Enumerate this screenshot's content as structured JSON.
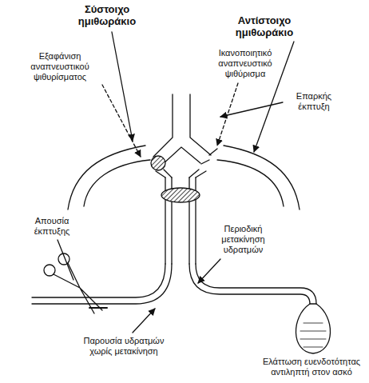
{
  "diagram": {
    "labels": [
      "Σύστοιχο ημιθωράκιο",
      "Αντίστοιχο ημιθωράκιο",
      "Εξαφάνιση αναπνευστικού ψιθυρίσματος",
      "Ικανοποιητικό αναπνευστικό ψιθύρισμα",
      "Επαρκής έκπτυξη",
      "Απουσία έκπτυξης",
      "Περιοδική μετακίνηση υδρατμών",
      "Παρουσία υδρατμών χωρίς μετακίνηση",
      "Ελάττωση ευενδοτότητας αντιληπτή στον ασκό"
    ]
  }
}
